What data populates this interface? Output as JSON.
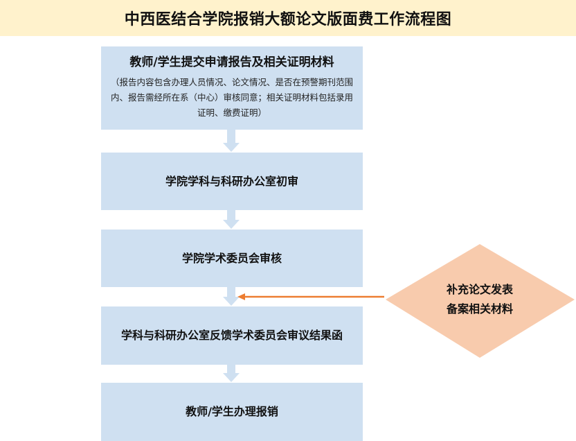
{
  "title": "中西医结合学院报销大额论文版面费工作流程图",
  "steps": [
    {
      "main": "教师/学生提交申请报告及相关证明材料",
      "sub": "（报告内容包含办理人员情况、论文情况、是否在预警期刊范围内、报告需经所在系（中心）审核同意；相关证明材料包括录用证明、缴费证明）"
    },
    {
      "main": "学院学科与科研办公室初审"
    },
    {
      "main": "学院学术委员会审核"
    },
    {
      "main": "学科与科研办公室反馈学术委员会审议结果函"
    },
    {
      "main": "教师/学生办理报销"
    }
  ],
  "side_node": {
    "line1": "补充论文发表",
    "line2": "备案相关材料"
  },
  "colors": {
    "title_bg": "#fff2cc",
    "step_bg": "#cfe0f1",
    "arrow": "#cfe0f1",
    "side_node_bg": "#f8cbad",
    "side_arrow": "#ed7d31"
  }
}
